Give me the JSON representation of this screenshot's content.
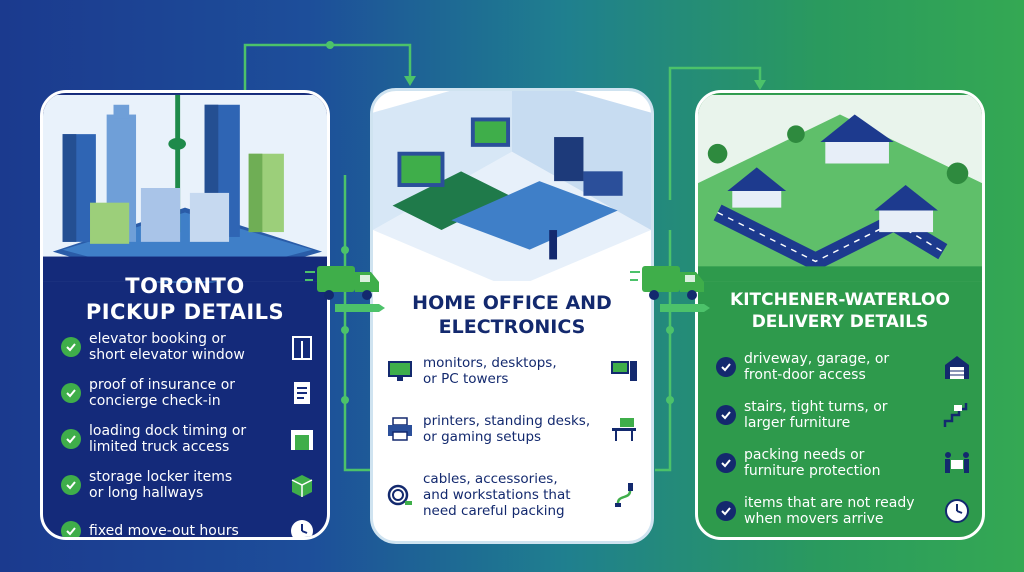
{
  "panels": {
    "left": {
      "title_line1": "TORONTO",
      "title_line2": "PICKUP DETAILS",
      "items": [
        {
          "line1": "elevator booking or",
          "line2": "short elevator window",
          "icon": "elevator-icon"
        },
        {
          "line1": "proof of insurance or",
          "line2": "concierge check-in",
          "icon": "document-icon"
        },
        {
          "line1": "loading dock timing or",
          "line2": "limited truck access",
          "icon": "loading-dock-icon"
        },
        {
          "line1": "storage locker items",
          "line2": "or long hallways",
          "icon": "box-icon"
        },
        {
          "line1": "fixed move-out hours",
          "line2": "",
          "icon": "clock-icon"
        }
      ]
    },
    "mid": {
      "title_line1": "HOME OFFICE AND",
      "title_line2": "ELECTRONICS",
      "items": [
        {
          "line1": "monitors, desktops,",
          "line2": "or PC towers",
          "icon_left": "monitor-icon",
          "icon_right": "desktop-tower-icon"
        },
        {
          "line1": "printers, standing desks,",
          "line2": "or gaming setups",
          "icon_left": "printer-icon",
          "icon_right": "standing-desk-icon"
        },
        {
          "line1": "cables, accessories,",
          "line2": "and workstations that",
          "line3": "need careful packing",
          "icon_left": "cable-icon",
          "icon_right": "usb-cable-icon"
        }
      ]
    },
    "right": {
      "title_line1": "KITCHENER-WATERLOO",
      "title_line2": "DELIVERY DETAILS",
      "items": [
        {
          "line1": "driveway, garage, or",
          "line2": "front-door access",
          "icon": "garage-icon"
        },
        {
          "line1": "stairs, tight turns, or",
          "line2": "larger furniture",
          "icon": "stairs-icon"
        },
        {
          "line1": "packing needs or",
          "line2": "furniture protection",
          "icon": "movers-icon"
        },
        {
          "line1": "items that are not ready",
          "line2": "when movers arrive",
          "icon": "clock-icon"
        }
      ]
    }
  },
  "colors": {
    "navy": "#142a7a",
    "green": "#2e9a4c",
    "check_green": "#3fae4a",
    "accent_green": "#4cc26a"
  }
}
